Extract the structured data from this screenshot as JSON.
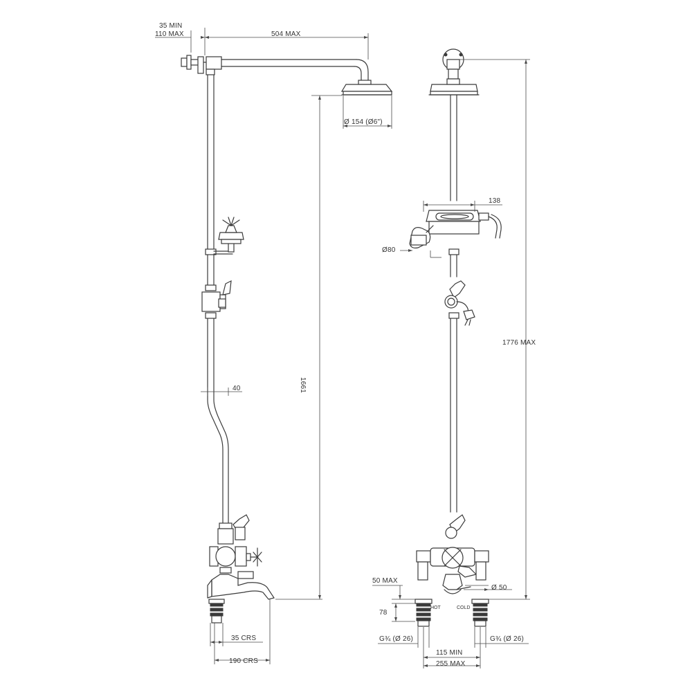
{
  "dimensions": {
    "wall_min": "35 MIN",
    "wall_max": "110 MAX",
    "arm_projection": "504 MAX",
    "head_diameter": "Ø 154 (Ø6\")",
    "riser_height": "1661",
    "offset": "40",
    "tap_centres": "35 CRS",
    "leg_centres": "190 CRS",
    "total_height": "1776 MAX",
    "handset_length": "138",
    "handset_diameter": "Ø80",
    "deck_thickness": "50 MAX",
    "leg_height": "78",
    "inlet_left": "G¾ (Ø 26)",
    "inlet_right": "G¾ (Ø 26)",
    "spout_diameter": "Ø 50",
    "hot_label": "HOT",
    "cold_label": "COLD",
    "centres_min": "115 MIN",
    "centres_max": "255 MAX"
  }
}
